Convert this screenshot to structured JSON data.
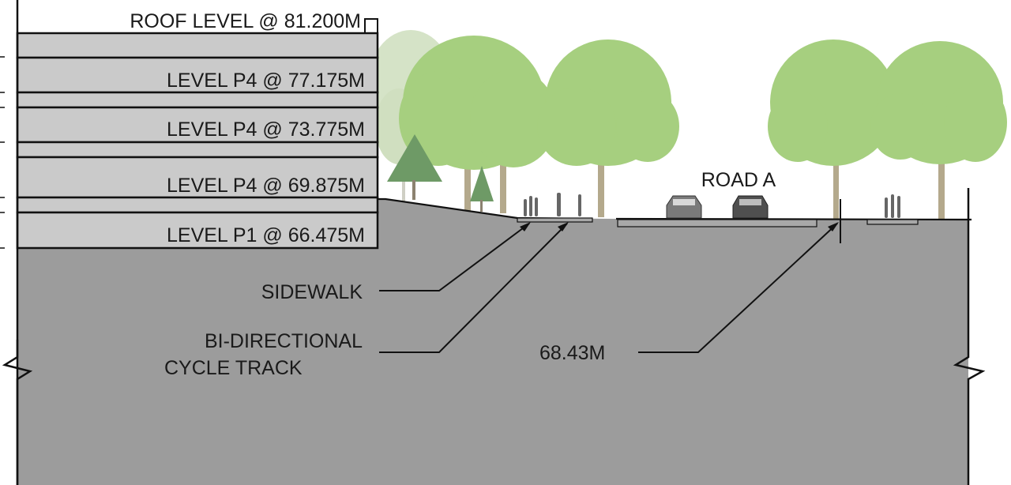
{
  "building": {
    "levels": [
      "ROOF LEVEL @ 81.200M",
      "LEVEL P4 @ 77.175M",
      "LEVEL P4 @ 73.775M",
      "LEVEL P4 @ 69.875M",
      "LEVEL P1 @ 66.475M"
    ]
  },
  "street": {
    "road_label": "ROAD A"
  },
  "callouts": {
    "sidewalk": "SIDEWALK",
    "cycle_track_line1": "BI-DIRECTIONAL",
    "cycle_track_line2": "CYCLE TRACK",
    "elevation": "68.43M"
  },
  "colors": {
    "ground": "#9c9c9c",
    "floor_slab": "#cacaca",
    "tree_canopy": "#a6cf7f",
    "tree_canopy_back": "#c9ddb4",
    "conifer": "#6e9a66",
    "trunk": "#b4a98c",
    "line": "#111111"
  }
}
